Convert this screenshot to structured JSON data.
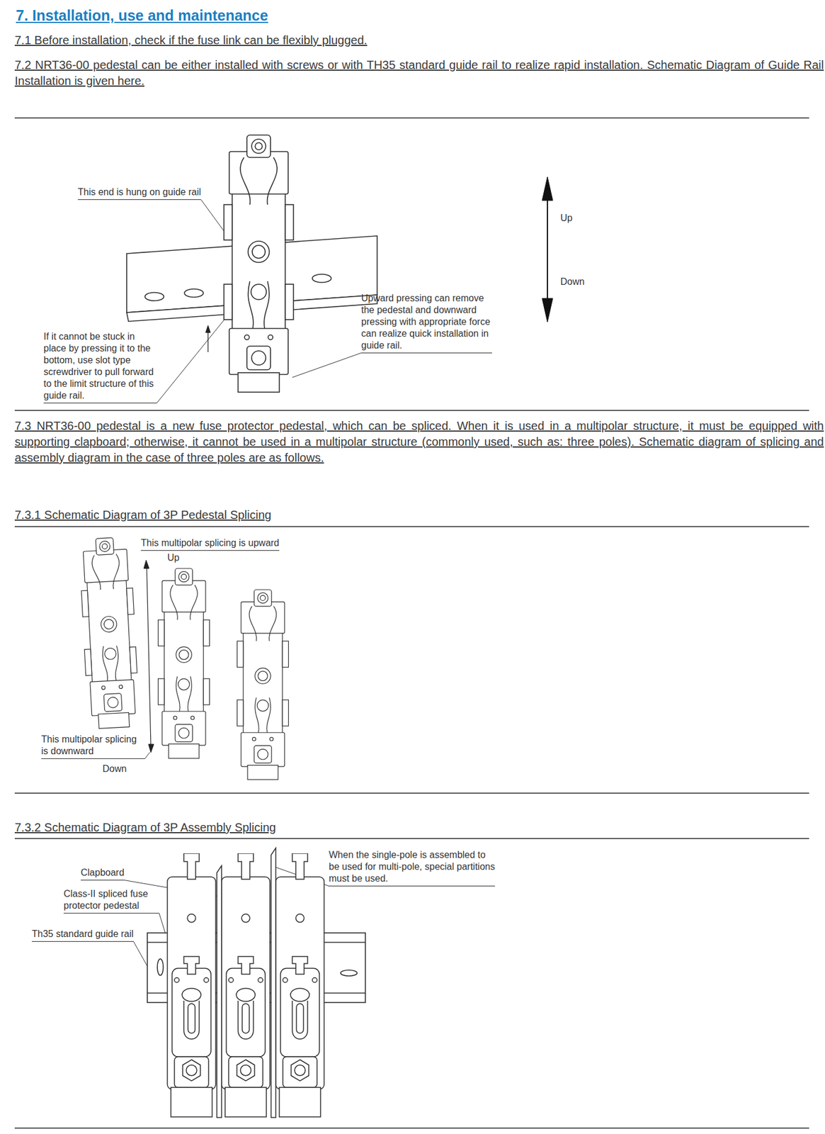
{
  "diagram": {
    "title": "7. Installation, use and maintenance",
    "labels": [
      "7.1 Before installation, check if the fuse link can be flexibly plugged.",
      "7.2 NRT36-00 pedestal can be either installed with screws or with TH35 standard guide rail to realize rapid installation. Schematic Diagram of Guide Rail Installation is given here.",
      "This end is hung on guide rail",
      "Up",
      "Down",
      "Upward pressing can remove the pedestal and downward pressing with appropriate force can realize quick installation in guide rail.",
      "If it cannot be stuck in place by pressing it to the bottom, use slot type screwdriver to pull forward to the limit structure of this guide rail.",
      "7.3 NRT36-00 pedestal is a new fuse protector pedestal, which can be spliced. When it is used in a multipolar structure, it must be equipped with supporting clapboard; otherwise, it cannot be used in a multipolar structure (commonly used, such as: three poles). Schematic diagram of splicing and assembly diagram in the case of three poles are as follows.",
      "7.3.1 Schematic Diagram of 3P Pedestal Splicing",
      "This multipolar splicing is upward",
      "Up",
      "This multipolar splicing is downward",
      "Down",
      "7.3.2 Schematic Diagram of 3P Assembly Splicing",
      "When the single-pole is assembled to be used for multi-pole, special partitions must be used.",
      "Clapboard",
      "Class-II spliced fuse protector pedestal",
      "Th35 standard guide rail"
    ]
  }
}
